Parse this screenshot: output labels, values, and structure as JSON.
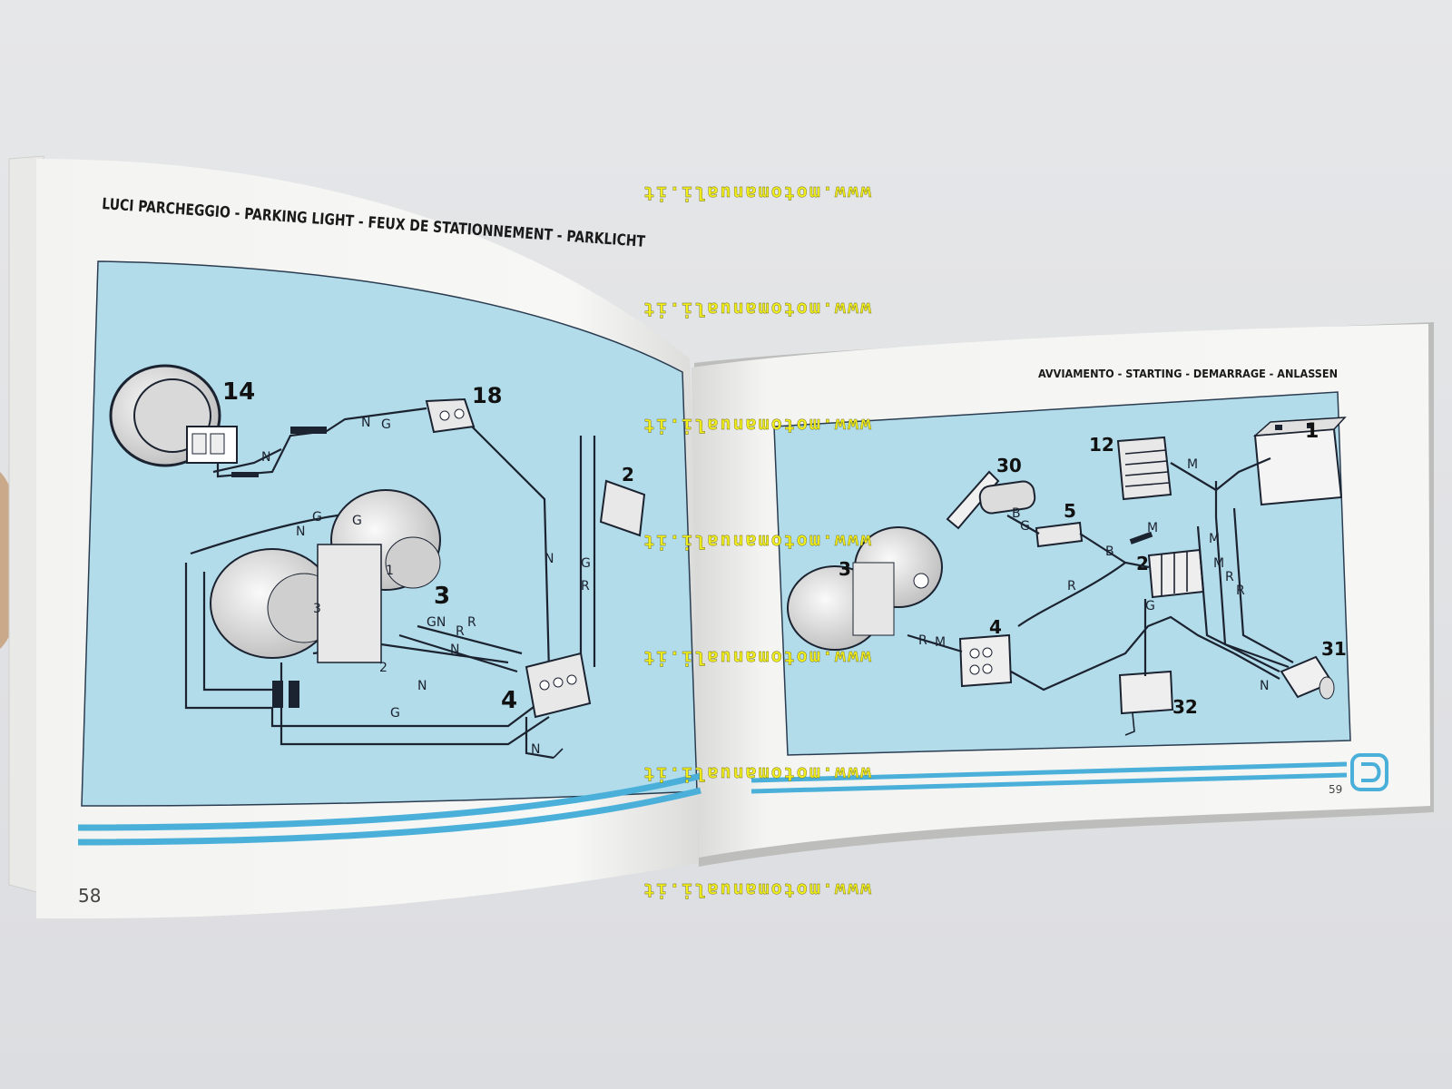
{
  "left_page": {
    "heading": "LUCI PARCHEGGIO - PARKING LIGHT - FEUX DE STATIONNEMENT - PARKLICHT",
    "page_number": "58",
    "diagram": {
      "callouts": [
        "14",
        "18",
        "2",
        "3",
        "4"
      ],
      "wire_labels": [
        "N",
        "G",
        "N",
        "G",
        "N",
        "G",
        "R",
        "N",
        "G",
        "N",
        "R",
        "N",
        "GN",
        "R",
        "2",
        "3",
        "1"
      ]
    }
  },
  "right_page": {
    "heading": "AVVIAMENTO - STARTING - DEMARRAGE - ANLASSEN",
    "page_number": "59",
    "diagram": {
      "callouts": [
        "1",
        "12",
        "30",
        "5",
        "2",
        "3",
        "4",
        "31",
        "32"
      ],
      "wire_labels": [
        "M",
        "B",
        "G",
        "B",
        "M",
        "M",
        "M",
        "R",
        "R",
        "R",
        "G",
        "R",
        "M",
        "N"
      ]
    }
  },
  "watermark": "www.motomanuali.it",
  "colors": {
    "diagram_bg": "#b3dcea",
    "stripe": "#4bb0d9",
    "watermark": "#f2ee1a"
  }
}
